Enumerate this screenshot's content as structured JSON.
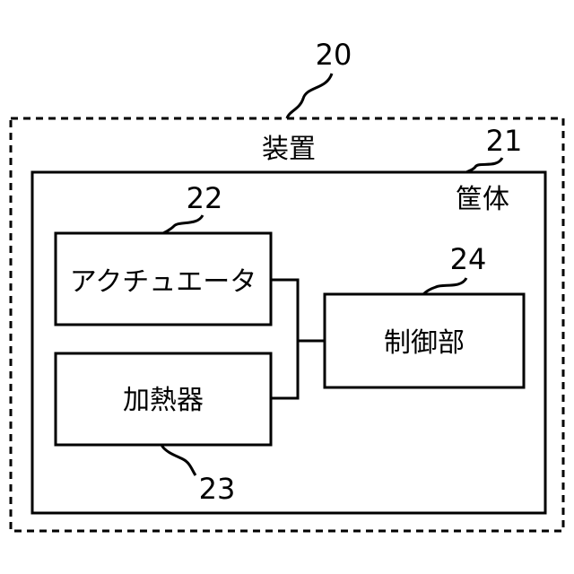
{
  "device": {
    "ref": "20",
    "label": "装置"
  },
  "housing": {
    "ref": "21",
    "label": "筐体"
  },
  "actuator": {
    "ref": "22",
    "label": "アクチュエータ"
  },
  "heater": {
    "ref": "23",
    "label": "加熱器"
  },
  "controller": {
    "ref": "24",
    "label": "制御部"
  }
}
